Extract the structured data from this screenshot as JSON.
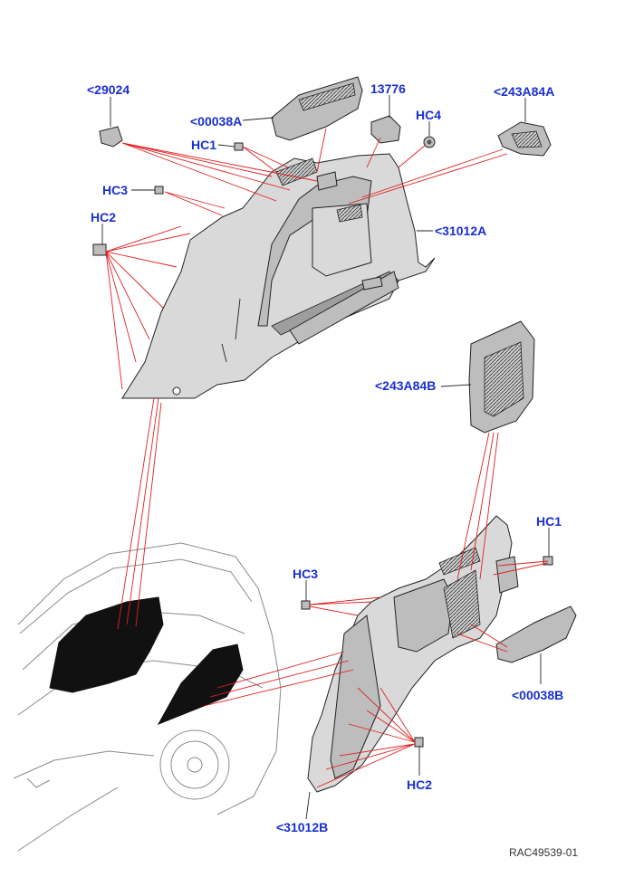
{
  "labels": {
    "l29024": "<29024",
    "l00038A": "<00038A",
    "l13776": "13776",
    "lHC4": "HC4",
    "l243A84A": "<243A84A",
    "lHC1a": "HC1",
    "lHC3a": "HC3",
    "lHC2a": "HC2",
    "l31012A": "<31012A",
    "l243A84B": "<243A84B",
    "lHC1b": "HC1",
    "lHC3b": "HC3",
    "l00038B": "<00038B",
    "lHC2b": "HC2",
    "l31012B": "<31012B"
  },
  "reference": "RAC49539-01",
  "colors": {
    "label": "#1a2fd0",
    "leader_red": "#e02020",
    "part_fill": "#d9d9d9"
  }
}
